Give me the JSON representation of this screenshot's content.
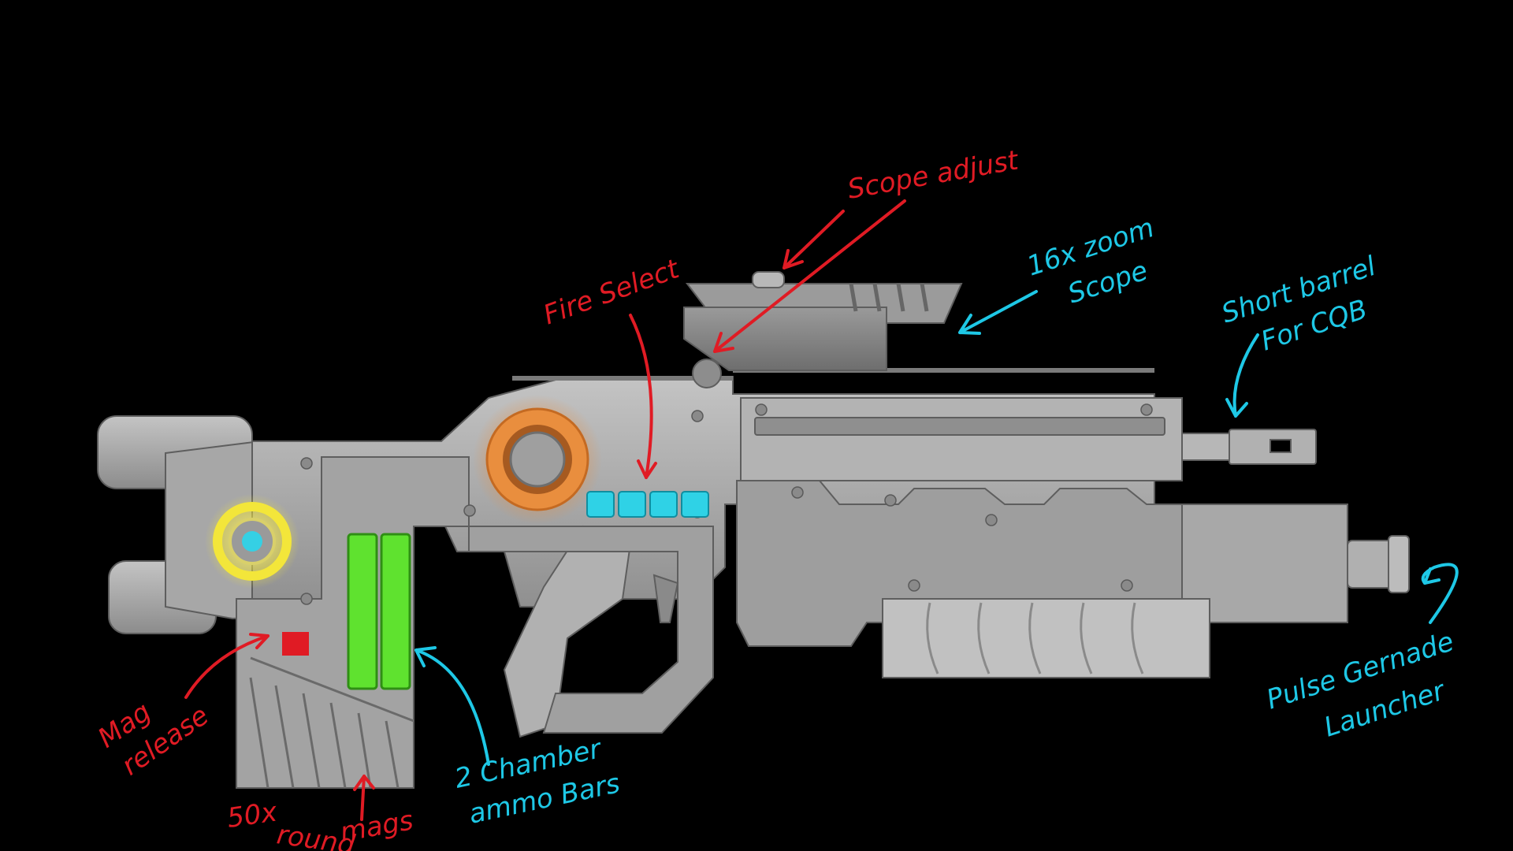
{
  "colors": {
    "background": "#000000",
    "metal": "#a9a9a9",
    "red_annotation": "#e01b24",
    "cyan_annotation": "#1ec8e6",
    "ammo_bar": "#5fe22f",
    "fire_select_led": "#2fd2e6",
    "orange_dial": "#e98e3e",
    "yellow_ring": "#f3e63a"
  },
  "annotations": {
    "scope_adjust": "Scope adjust",
    "zoom_scope_line1": "16x zoom",
    "zoom_scope_line2": "Scope",
    "short_barrel_line1": "Short barrel",
    "short_barrel_line2": "For CQB",
    "fire_select": "Fire Select",
    "mag_release_line1": "Mag",
    "mag_release_line2": "release",
    "chamber_line1": "2 Chamber",
    "chamber_line2": "ammo Bars",
    "mags_line1": "50x",
    "mags_line2": "round",
    "mags_line3": "mags",
    "pulse_line1": "Pulse Gernade",
    "pulse_line2": "Launcher"
  },
  "parts": {
    "icons": [
      "energy-core-icon",
      "orange-dial-icon",
      "fire-select-leds",
      "ammo-bars",
      "mag-release-button"
    ]
  }
}
